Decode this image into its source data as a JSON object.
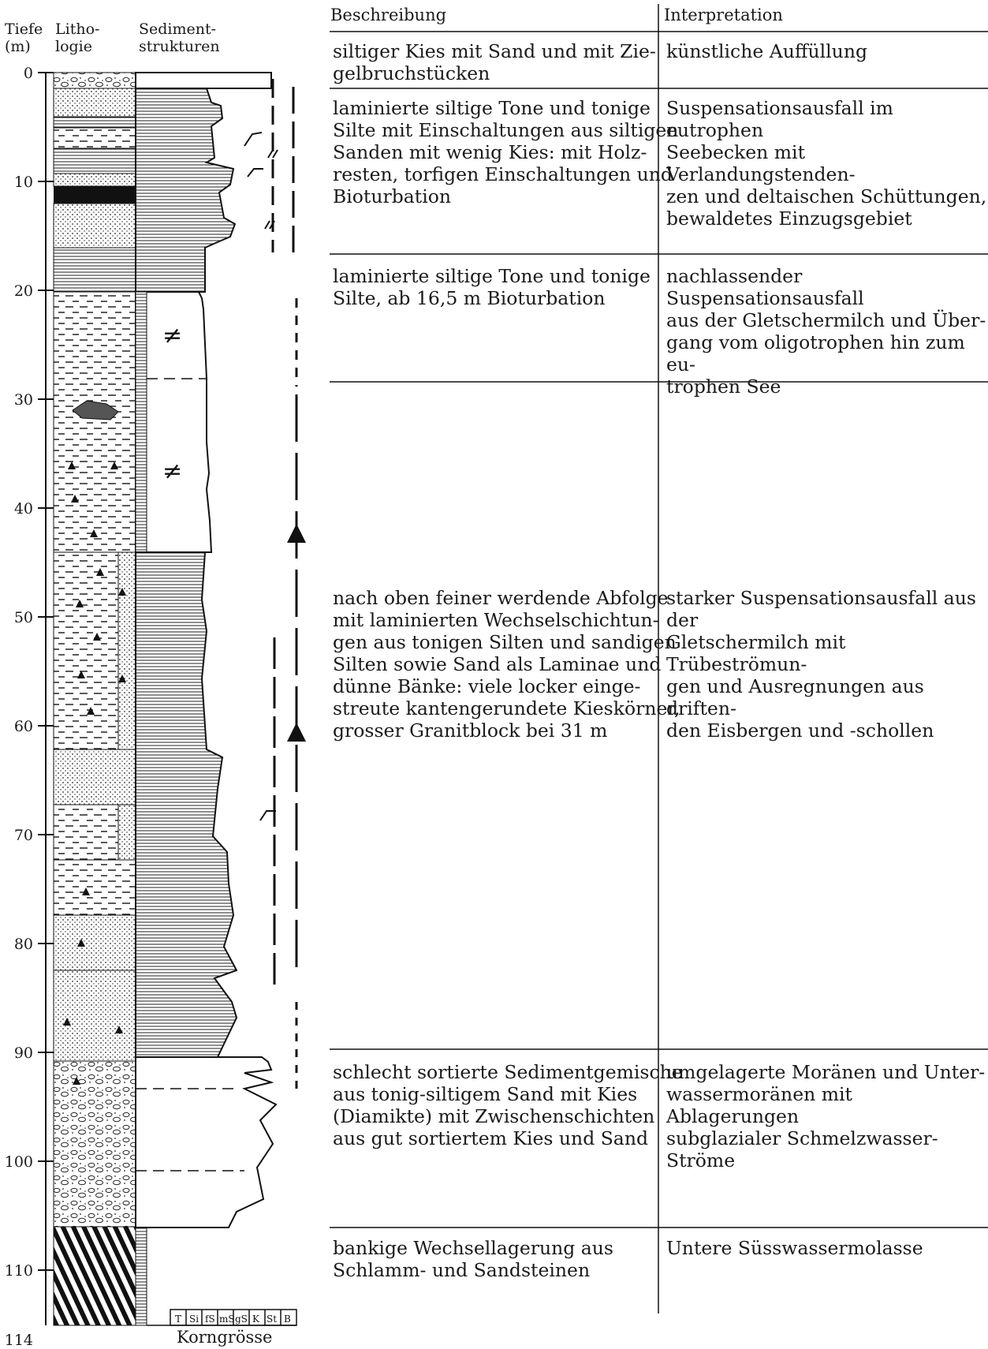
{
  "headers": {
    "tiefe": "Tiefe\n(m)",
    "lithologie": "Litho-\nlogie",
    "sedimentstrukturen": "Sediment-\nstrukturen",
    "beschreibung": "Beschreibung",
    "interpretation": "Interpretation"
  },
  "depth_ticks": [
    "0",
    "10",
    "20",
    "30",
    "40",
    "50",
    "60",
    "70",
    "80",
    "90",
    "100",
    "110",
    "114"
  ],
  "grain_size_labels": [
    "T",
    "Si",
    "fS",
    "mS",
    "gS",
    "K",
    "St",
    "B"
  ],
  "grain_size_title": "Korngrösse",
  "rows": [
    {
      "beschreibung": "siltiger Kies mit Sand und mit Zie-\ngelbruchstücken",
      "interpretation": "künstliche Auffüllung"
    },
    {
      "beschreibung": "laminierte siltige Tone und tonige\nSilte mit Einschaltungen aus siltigen\nSanden mit wenig Kies: mit Holz-\nresten, torfigen Einschaltungen und\nBioturbation",
      "interpretation": "Suspensationsausfall im eutrophen\nSeebecken mit Verlandungstenden-\nzen und deltaischen Schüttungen,\nbewaldetes Einzugsgebiet"
    },
    {
      "beschreibung": "laminierte siltige Tone und tonige\nSilte, ab 16,5 m Bioturbation",
      "interpretation": "nachlassender Suspensationsausfall\naus der Gletschermilch und Über-\ngang vom oligotrophen hin zum eu-\ntrophen See"
    },
    {
      "beschreibung": "nach oben feiner werdende Abfolge\nmit laminierten Wechselschichtun-\ngen aus tonigen Silten und sandigen\nSilten sowie Sand als Laminae und\ndünne Bänke: viele locker einge-\nstreute kantengerundete Kieskörner,\ngrosser Granitblock bei 31 m",
      "interpretation": "starker Suspensationsausfall aus der\nGletschermilch mit Trübeströmun-\ngen und Ausregnungen aus driften-\nden Eisbergen und -schollen"
    },
    {
      "beschreibung": "schlecht sortierte Sedimentgemische\naus tonig-siltigem Sand mit Kies\n(Diamikte) mit Zwischenschichten\naus gut sortiertem Kies und Sand",
      "interpretation": "umgelagerte Moränen und Unter-\nwassermoränen mit Ablagerungen\nsubglazialer Schmelzwasser-Ströme"
    },
    {
      "beschreibung": "bankige Wechsellagerung aus\nSchlamm- und Sandsteinen",
      "interpretation": "Untere Süsswassermolasse"
    }
  ]
}
